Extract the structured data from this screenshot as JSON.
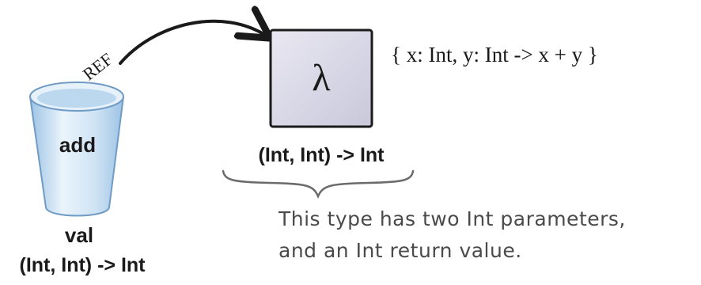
{
  "cup": {
    "ref_label": "REF",
    "name": "add",
    "keyword": "val",
    "type": "(Int, Int) -> Int"
  },
  "lambda_box": {
    "symbol": "λ",
    "code": "{ x: Int, y: Int -> x + y }",
    "type": "(Int, Int) -> Int"
  },
  "annotation": {
    "line1": "This type has two Int parameters,",
    "line2": "and an Int return value."
  },
  "colors": {
    "cup_fill": "#cfe6f7",
    "cup_dark": "#8fb9dd",
    "box_fill": "#dcdbe9",
    "box_border": "#1b1b1b",
    "ink": "#1a1a1a",
    "handwriting": "#4a4a4a"
  }
}
